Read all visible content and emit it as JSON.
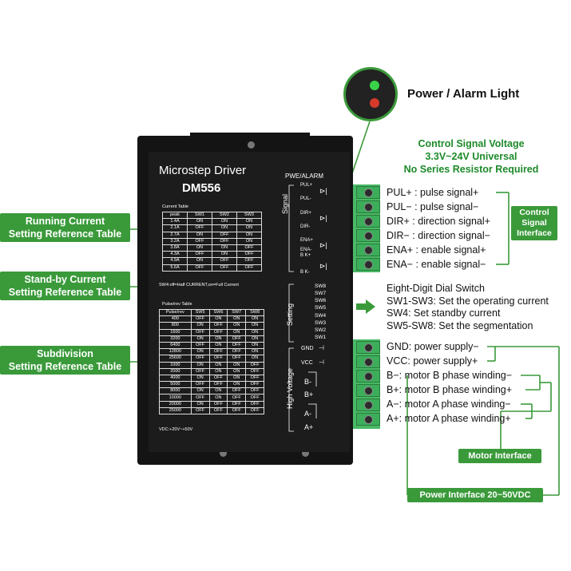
{
  "power_light_label": "Power / Alarm Light",
  "control_voltage": {
    "line1": "Control Signal Voltage",
    "line2": "3.3V~24V Universal",
    "line3": "No Series Resistor Required"
  },
  "left_labels": [
    {
      "line1": "Running Current",
      "line2": "Setting Reference Table"
    },
    {
      "line1": "Stand-by Current",
      "line2": "Setting Reference Table"
    },
    {
      "line1": "Subdivision",
      "line2": "Setting Reference Table"
    }
  ],
  "driver": {
    "title": "Microstep Driver",
    "model": "DM556",
    "pwe_alarm": "PWE/ALARM",
    "signal_group": "Signal",
    "setting_group": "Setting",
    "hv_group": "High Voltage",
    "signal_pins": [
      "PUL+",
      "PUL-",
      "DIR+",
      "DIR-",
      "ENA+",
      "B K+",
      "ENA-",
      "B K-"
    ],
    "switches": [
      "SW8",
      "SW7",
      "SW6",
      "SW5",
      "SW4",
      "SW3",
      "SW2",
      "SW1"
    ],
    "power_pins": [
      "GND",
      "VCC"
    ],
    "motor_pins": [
      "B-",
      "B+",
      "A-",
      "A+"
    ],
    "current_table": {
      "title": "Current Table",
      "headers": [
        "peak",
        "SW1",
        "SW2",
        "SW3"
      ],
      "rows": [
        [
          "1.4A",
          "ON",
          "ON",
          "ON"
        ],
        [
          "2.1A",
          "OFF",
          "ON",
          "ON"
        ],
        [
          "2.7A",
          "ON",
          "OFF",
          "ON"
        ],
        [
          "3.2A",
          "OFF",
          "OFF",
          "ON"
        ],
        [
          "3.8A",
          "ON",
          "ON",
          "OFF"
        ],
        [
          "4.3A",
          "OFF",
          "ON",
          "OFF"
        ],
        [
          "4.9A",
          "ON",
          "OFF",
          "OFF"
        ],
        [
          "5.6A",
          "OFF",
          "OFF",
          "OFF"
        ]
      ],
      "footer": "SW4:off=Half CURRENT,on=Full Current"
    },
    "pulse_table": {
      "title": "Pulse/rev Table",
      "headers": [
        "Pulse/rev",
        "SW5",
        "SW6",
        "SW7",
        "SW8"
      ],
      "rows": [
        [
          "400",
          "OFF",
          "ON",
          "ON",
          "ON"
        ],
        [
          "800",
          "ON",
          "OFF",
          "ON",
          "ON"
        ],
        [
          "1600",
          "OFF",
          "OFF",
          "ON",
          "ON"
        ],
        [
          "3200",
          "ON",
          "ON",
          "OFF",
          "ON"
        ],
        [
          "6400",
          "OFF",
          "ON",
          "OFF",
          "ON"
        ],
        [
          "12800",
          "ON",
          "OFF",
          "OFF",
          "ON"
        ],
        [
          "25600",
          "OFF",
          "OFF",
          "OFF",
          "ON"
        ],
        [
          "1000",
          "ON",
          "ON",
          "ON",
          "OFF"
        ],
        [
          "2000",
          "OFF",
          "ON",
          "ON",
          "OFF"
        ],
        [
          "4000",
          "ON",
          "OFF",
          "ON",
          "OFF"
        ],
        [
          "5000",
          "OFF",
          "OFF",
          "ON",
          "OFF"
        ],
        [
          "8000",
          "ON",
          "ON",
          "OFF",
          "OFF"
        ],
        [
          "10000",
          "OFF",
          "ON",
          "OFF",
          "OFF"
        ],
        [
          "20000",
          "ON",
          "OFF",
          "OFF",
          "OFF"
        ],
        [
          "25000",
          "OFF",
          "OFF",
          "OFF",
          "OFF"
        ]
      ],
      "footer": "VDC:+20V~+50V"
    }
  },
  "signal_descriptions": [
    "PUL+ : pulse signal+",
    "PUL− : pulse signal−",
    "DIR+ : direction signal+",
    "DIR− : direction signal−",
    "ENA+ : enable signal+",
    "ENA− : enable signal−"
  ],
  "control_interface_label": {
    "line1": "Control",
    "line2": "Signal",
    "line3": "Interface"
  },
  "dial_switch": {
    "line1": "Eight-Digit Dial Switch",
    "line2": "SW1-SW3: Set the operating current",
    "line3": "SW4: Set standby current",
    "line4": "SW5-SW8: Set the segmentation"
  },
  "power_descriptions": [
    "GND: power supply−",
    "VCC: power supply+",
    "B−: motor B phase winding−",
    "B+: motor B phase winding+",
    "A−: motor A phase winding−",
    "A+: motor A phase winding+"
  ],
  "motor_interface_label": "Motor Interface",
  "power_interface_label": "Power Interface 20~50VDC",
  "colors": {
    "accent_green": "#3a9a3a",
    "dark_green_text": "#1d8a2a"
  }
}
